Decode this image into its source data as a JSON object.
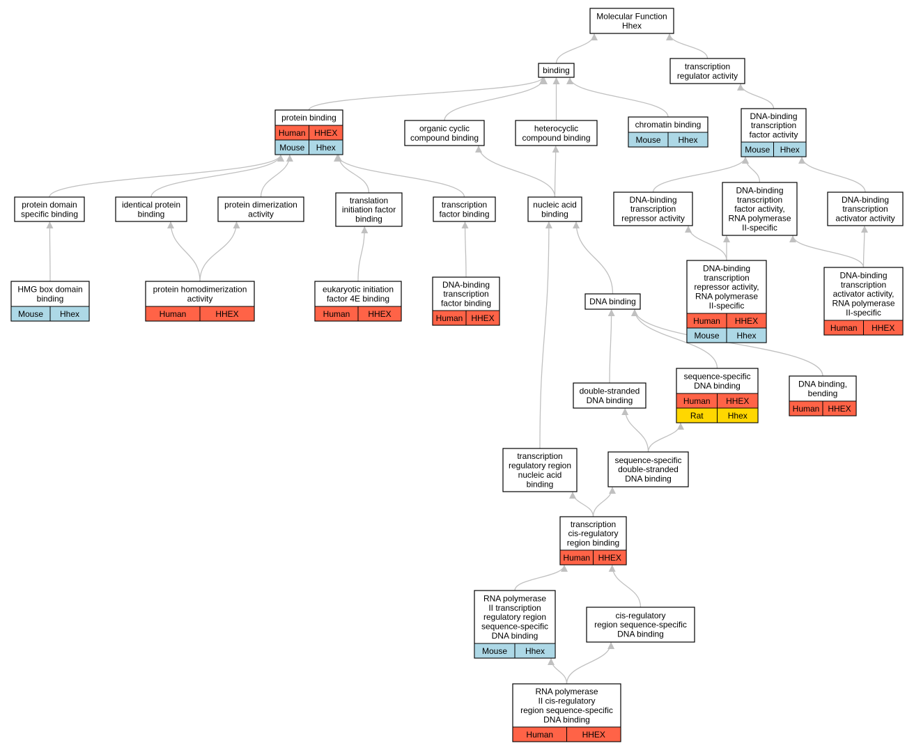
{
  "colors": {
    "human": "#ff6347",
    "mouse": "#add8e6",
    "rat": "#ffd700",
    "edge": "#c0c0c0",
    "node_border": "#000000",
    "node_fill": "#ffffff"
  },
  "nodes": [
    {
      "id": "mf",
      "lines": [
        "Molecular Function",
        "Hhex"
      ],
      "rows": []
    },
    {
      "id": "binding",
      "lines": [
        "binding"
      ],
      "rows": []
    },
    {
      "id": "tra",
      "lines": [
        "transcription",
        "regulator activity"
      ],
      "rows": []
    },
    {
      "id": "protein_binding",
      "lines": [
        "protein binding"
      ],
      "rows": [
        [
          "Human",
          "HHEX"
        ],
        [
          "Mouse",
          "Hhex"
        ]
      ]
    },
    {
      "id": "organic",
      "lines": [
        "organic cyclic",
        "compound binding"
      ],
      "rows": []
    },
    {
      "id": "heterocyclic",
      "lines": [
        "heterocyclic",
        "compound binding"
      ],
      "rows": []
    },
    {
      "id": "chromatin",
      "lines": [
        "chromatin binding"
      ],
      "rows": [
        [
          "Mouse",
          "Hhex"
        ]
      ]
    },
    {
      "id": "dbtfa",
      "lines": [
        "DNA-binding",
        "transcription",
        "factor activity"
      ],
      "rows": [
        [
          "Mouse",
          "Hhex"
        ]
      ]
    },
    {
      "id": "pdsb",
      "lines": [
        "protein domain",
        "specific binding"
      ],
      "rows": []
    },
    {
      "id": "ipb",
      "lines": [
        "identical protein",
        "binding"
      ],
      "rows": []
    },
    {
      "id": "pda",
      "lines": [
        "protein dimerization",
        "activity"
      ],
      "rows": []
    },
    {
      "id": "tifb",
      "lines": [
        "translation",
        "initiation factor",
        "binding"
      ],
      "rows": []
    },
    {
      "id": "tfb",
      "lines": [
        "transcription",
        "factor binding"
      ],
      "rows": []
    },
    {
      "id": "nab",
      "lines": [
        "nucleic acid",
        "binding"
      ],
      "rows": []
    },
    {
      "id": "dbtra",
      "lines": [
        "DNA-binding",
        "transcription",
        "repressor activity"
      ],
      "rows": []
    },
    {
      "id": "dbtfa2",
      "lines": [
        "DNA-binding",
        "transcription",
        "factor activity,",
        "RNA polymerase",
        "II-specific"
      ],
      "rows": []
    },
    {
      "id": "dbtaa",
      "lines": [
        "DNA-binding",
        "transcription",
        "activator activity"
      ],
      "rows": []
    },
    {
      "id": "hmg",
      "lines": [
        "HMG box domain",
        "binding"
      ],
      "rows": [
        [
          "Mouse",
          "Hhex"
        ]
      ]
    },
    {
      "id": "phd",
      "lines": [
        "protein homodimerization",
        "activity"
      ],
      "rows": [
        [
          "Human",
          "HHEX"
        ]
      ]
    },
    {
      "id": "eif4e",
      "lines": [
        "eukaryotic initiation",
        "factor 4E binding"
      ],
      "rows": [
        [
          "Human",
          "HHEX"
        ]
      ]
    },
    {
      "id": "dbtfb",
      "lines": [
        "DNA-binding",
        "transcription",
        "factor binding"
      ],
      "rows": [
        [
          "Human",
          "HHEX"
        ]
      ]
    },
    {
      "id": "dbtra2",
      "lines": [
        "DNA-binding",
        "transcription",
        "repressor activity,",
        "RNA polymerase",
        "II-specific"
      ],
      "rows": [
        [
          "Human",
          "HHEX"
        ],
        [
          "Mouse",
          "Hhex"
        ]
      ]
    },
    {
      "id": "dbtaa2",
      "lines": [
        "DNA-binding",
        "transcription",
        "activator activity,",
        "RNA polymerase",
        "II-specific"
      ],
      "rows": [
        [
          "Human",
          "HHEX"
        ]
      ]
    },
    {
      "id": "dna",
      "lines": [
        "DNA binding"
      ],
      "rows": []
    },
    {
      "id": "dsdna",
      "lines": [
        "double-stranded",
        "DNA binding"
      ],
      "rows": []
    },
    {
      "id": "ssdna",
      "lines": [
        "sequence-specific",
        "DNA binding"
      ],
      "rows": [
        [
          "Human",
          "HHEX"
        ],
        [
          "Rat",
          "Hhex"
        ]
      ]
    },
    {
      "id": "dnabend",
      "lines": [
        "DNA binding,",
        "bending"
      ],
      "rows": [
        [
          "Human",
          "HHEX"
        ]
      ]
    },
    {
      "id": "trrnab",
      "lines": [
        "transcription",
        "regulatory region",
        "nucleic acid",
        "binding"
      ],
      "rows": []
    },
    {
      "id": "ssdsdna",
      "lines": [
        "sequence-specific",
        "double-stranded",
        "DNA binding"
      ],
      "rows": []
    },
    {
      "id": "tcrrb",
      "lines": [
        "transcription",
        "cis-regulatory",
        "region binding"
      ],
      "rows": [
        [
          "Human",
          "HHEX"
        ]
      ]
    },
    {
      "id": "rnap2tr",
      "lines": [
        "RNA polymerase",
        "II transcription",
        "regulatory region",
        "sequence-specific",
        "DNA binding"
      ],
      "rows": [
        [
          "Mouse",
          "Hhex"
        ]
      ]
    },
    {
      "id": "crss",
      "lines": [
        "cis-regulatory",
        "region sequence-specific",
        "DNA binding"
      ],
      "rows": []
    },
    {
      "id": "rnap2cr",
      "lines": [
        "RNA polymerase",
        "II cis-regulatory",
        "region sequence-specific",
        "DNA binding"
      ],
      "rows": [
        [
          "Human",
          "HHEX"
        ]
      ]
    }
  ],
  "edges": [
    [
      "binding",
      "mf"
    ],
    [
      "tra",
      "mf"
    ],
    [
      "protein_binding",
      "binding"
    ],
    [
      "organic",
      "binding"
    ],
    [
      "heterocyclic",
      "binding"
    ],
    [
      "chromatin",
      "binding"
    ],
    [
      "dbtfa",
      "tra"
    ],
    [
      "pdsb",
      "protein_binding"
    ],
    [
      "ipb",
      "protein_binding"
    ],
    [
      "pda",
      "protein_binding"
    ],
    [
      "tifb",
      "protein_binding"
    ],
    [
      "tfb",
      "protein_binding"
    ],
    [
      "nab",
      "organic"
    ],
    [
      "nab",
      "heterocyclic"
    ],
    [
      "dbtra",
      "dbtfa"
    ],
    [
      "dbtfa2",
      "dbtfa"
    ],
    [
      "dbtaa",
      "dbtfa"
    ],
    [
      "hmg",
      "pdsb"
    ],
    [
      "phd",
      "ipb"
    ],
    [
      "phd",
      "pda"
    ],
    [
      "eif4e",
      "tifb"
    ],
    [
      "dbtfb",
      "tfb"
    ],
    [
      "dbtra2",
      "dbtra"
    ],
    [
      "dbtra2",
      "dbtfa2"
    ],
    [
      "dbtaa2",
      "dbtfa2"
    ],
    [
      "dbtaa2",
      "dbtaa"
    ],
    [
      "dna",
      "nab"
    ],
    [
      "trrnab",
      "nab"
    ],
    [
      "dsdna",
      "dna"
    ],
    [
      "ssdna",
      "dna"
    ],
    [
      "dnabend",
      "dna"
    ],
    [
      "ssdsdna",
      "dsdna"
    ],
    [
      "ssdsdna",
      "ssdna"
    ],
    [
      "tcrrb",
      "trrnab"
    ],
    [
      "tcrrb",
      "ssdsdna"
    ],
    [
      "rnap2tr",
      "tcrrb"
    ],
    [
      "crss",
      "tcrrb"
    ],
    [
      "rnap2cr",
      "rnap2tr"
    ],
    [
      "rnap2cr",
      "crss"
    ]
  ]
}
